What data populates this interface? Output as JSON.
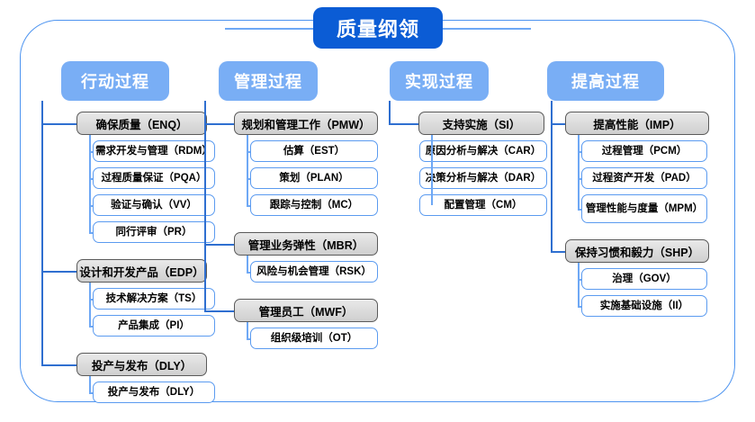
{
  "title": "质量纲领",
  "columns": [
    {
      "header": "行动过程",
      "groups": [
        {
          "label": "确保质量（ENQ）",
          "children": [
            "需求开发与管理（RDM）",
            "过程质量保证（PQA）",
            "验证与确认（VV）",
            "同行评审（PR）"
          ]
        },
        {
          "label": "设计和开发产品（EDP）",
          "children": [
            "技术解决方案（TS）",
            "产品集成（PI）"
          ]
        },
        {
          "label": "投产与发布（DLY）",
          "children": [
            "投产与发布（DLY）"
          ]
        }
      ]
    },
    {
      "header": "管理过程",
      "groups": [
        {
          "label": "规划和管理工作（PMW）",
          "children": [
            "估算（EST）",
            "策划（PLAN）",
            "跟踪与控制（MC）"
          ]
        },
        {
          "label": "管理业务弹性（MBR）",
          "children": [
            "风险与机会管理（RSK）"
          ]
        },
        {
          "label": "管理员工（MWF）",
          "children": [
            "组织级培训（OT）"
          ]
        }
      ]
    },
    {
      "header": "实现过程",
      "groups": [
        {
          "label": "支持实施（SI）",
          "children": [
            "原因分析与解决（CAR）",
            "决策分析与解决（DAR）",
            "配置管理（CM）"
          ]
        }
      ]
    },
    {
      "header": "提高过程",
      "groups": [
        {
          "label": "提高性能（IMP）",
          "children": [
            "过程管理（PCM）",
            "过程资产开发（PAD）",
            "管理性能与度量\n（MPM）"
          ]
        },
        {
          "label": "保持习惯和毅力（SHP）",
          "children": [
            "治理（GOV）",
            "实施基础设施（II）"
          ]
        }
      ]
    }
  ],
  "colors": {
    "title_bg": "#0b5cd5",
    "header_bg": "#79aef5",
    "frame_border": "#4d94f0",
    "leaf_border": "#5b9bf0",
    "group_border": "#5a5a5a",
    "connector": "#6ea8f5"
  }
}
